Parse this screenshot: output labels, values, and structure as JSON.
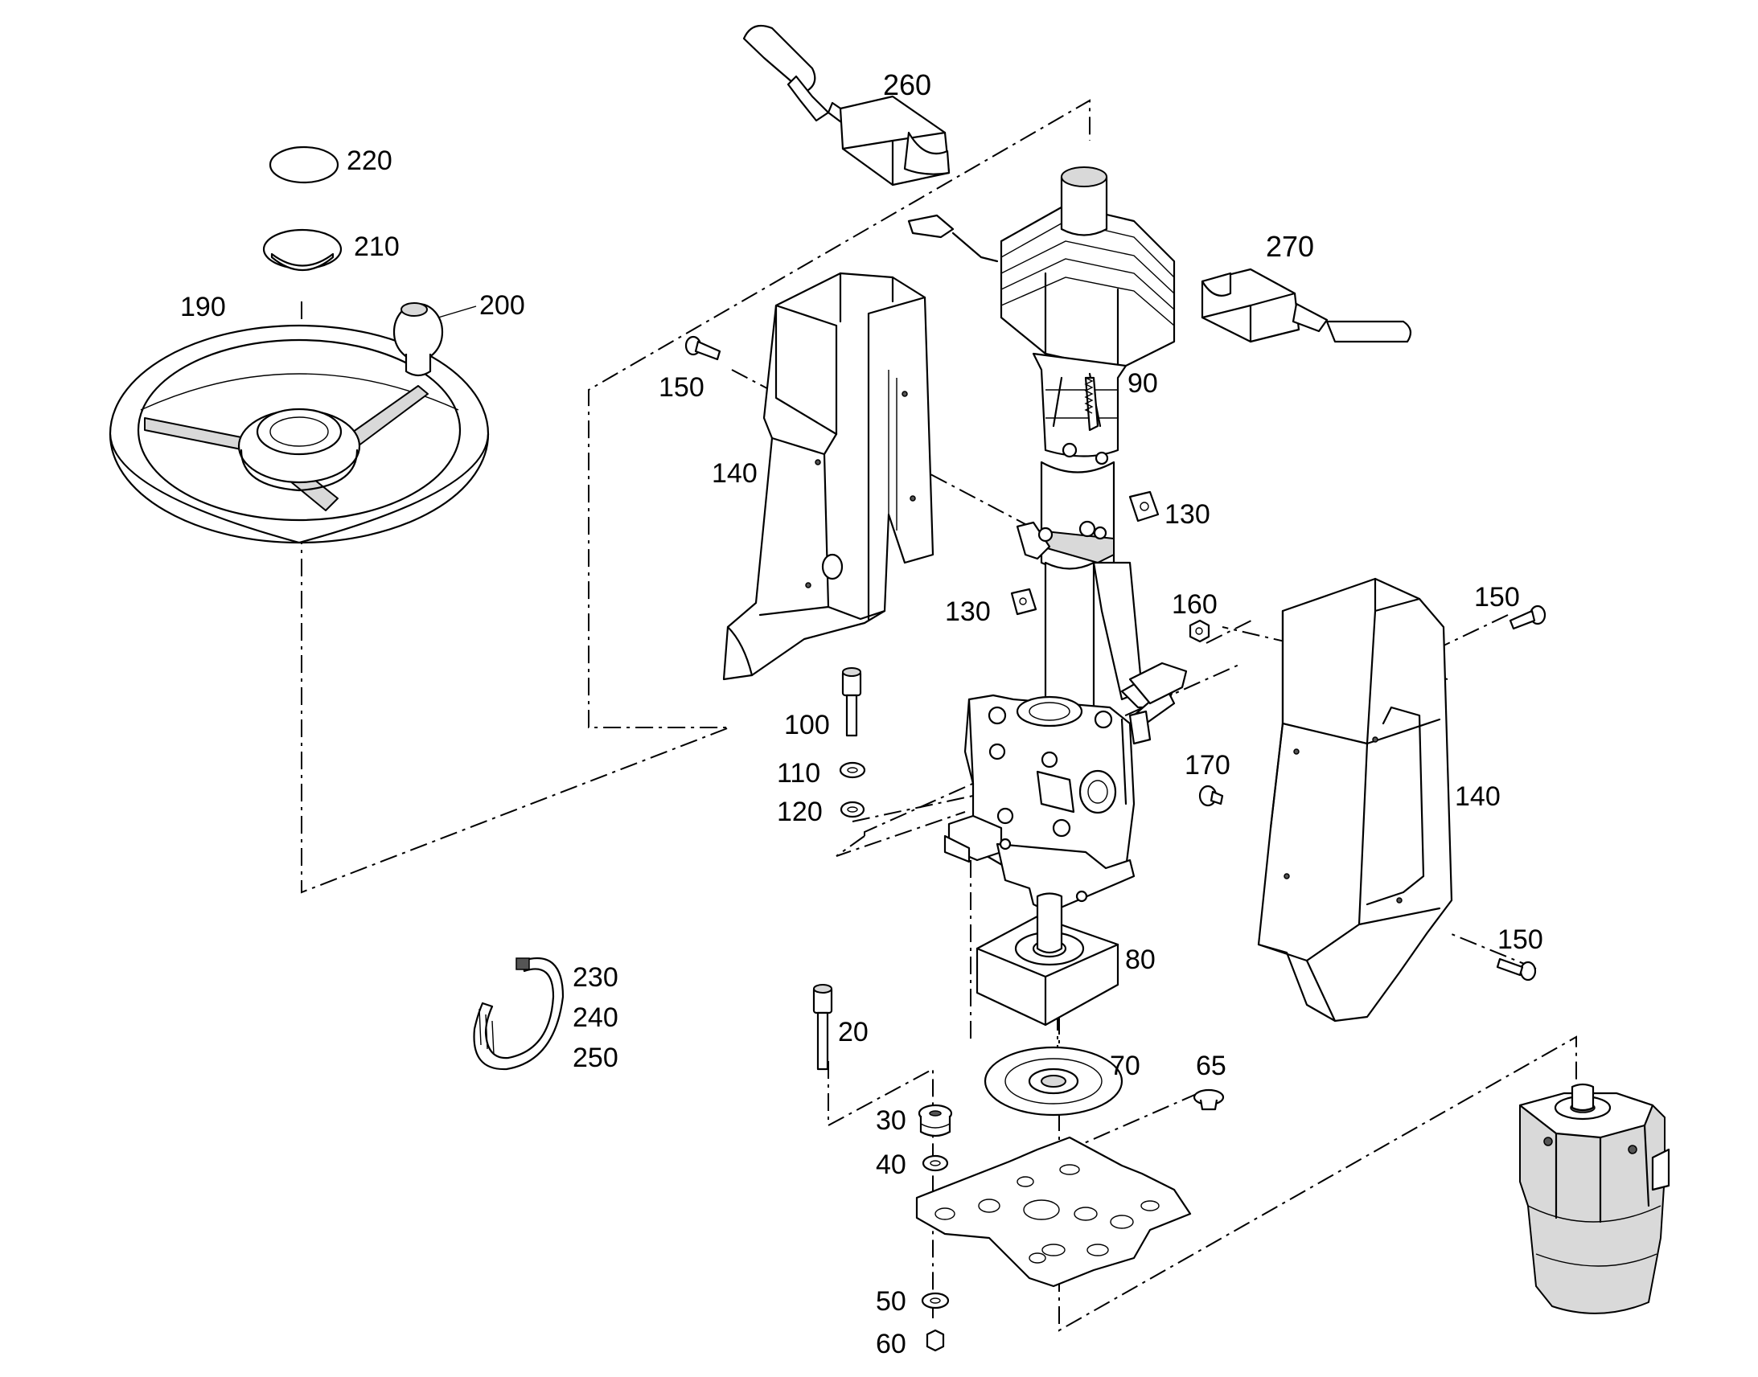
{
  "labels": {
    "p20": "20",
    "p30": "30",
    "p40": "40",
    "p50": "50",
    "p60": "60",
    "p65": "65",
    "p70": "70",
    "p80": "80",
    "p90": "90",
    "p100": "100",
    "p110": "110",
    "p120": "120",
    "p130a": "130",
    "p130b": "130",
    "p140a": "140",
    "p140b": "140",
    "p150a": "150",
    "p150b": "150",
    "p150c": "150",
    "p160": "160",
    "p170": "170",
    "p190": "190",
    "p200": "200",
    "p210": "210",
    "p220": "220",
    "p230": "230",
    "p240": "240",
    "p250": "250",
    "p260": "260",
    "p270": "270"
  },
  "colors": {
    "line": "#000000",
    "shade": "#d9d9d9",
    "background": "#ffffff"
  }
}
